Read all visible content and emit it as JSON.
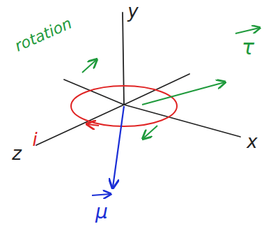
{
  "diagram": {
    "labels": [
      "y",
      "x",
      "z",
      "rotation",
      "τ",
      "i",
      "μ"
    ]
  }
}
